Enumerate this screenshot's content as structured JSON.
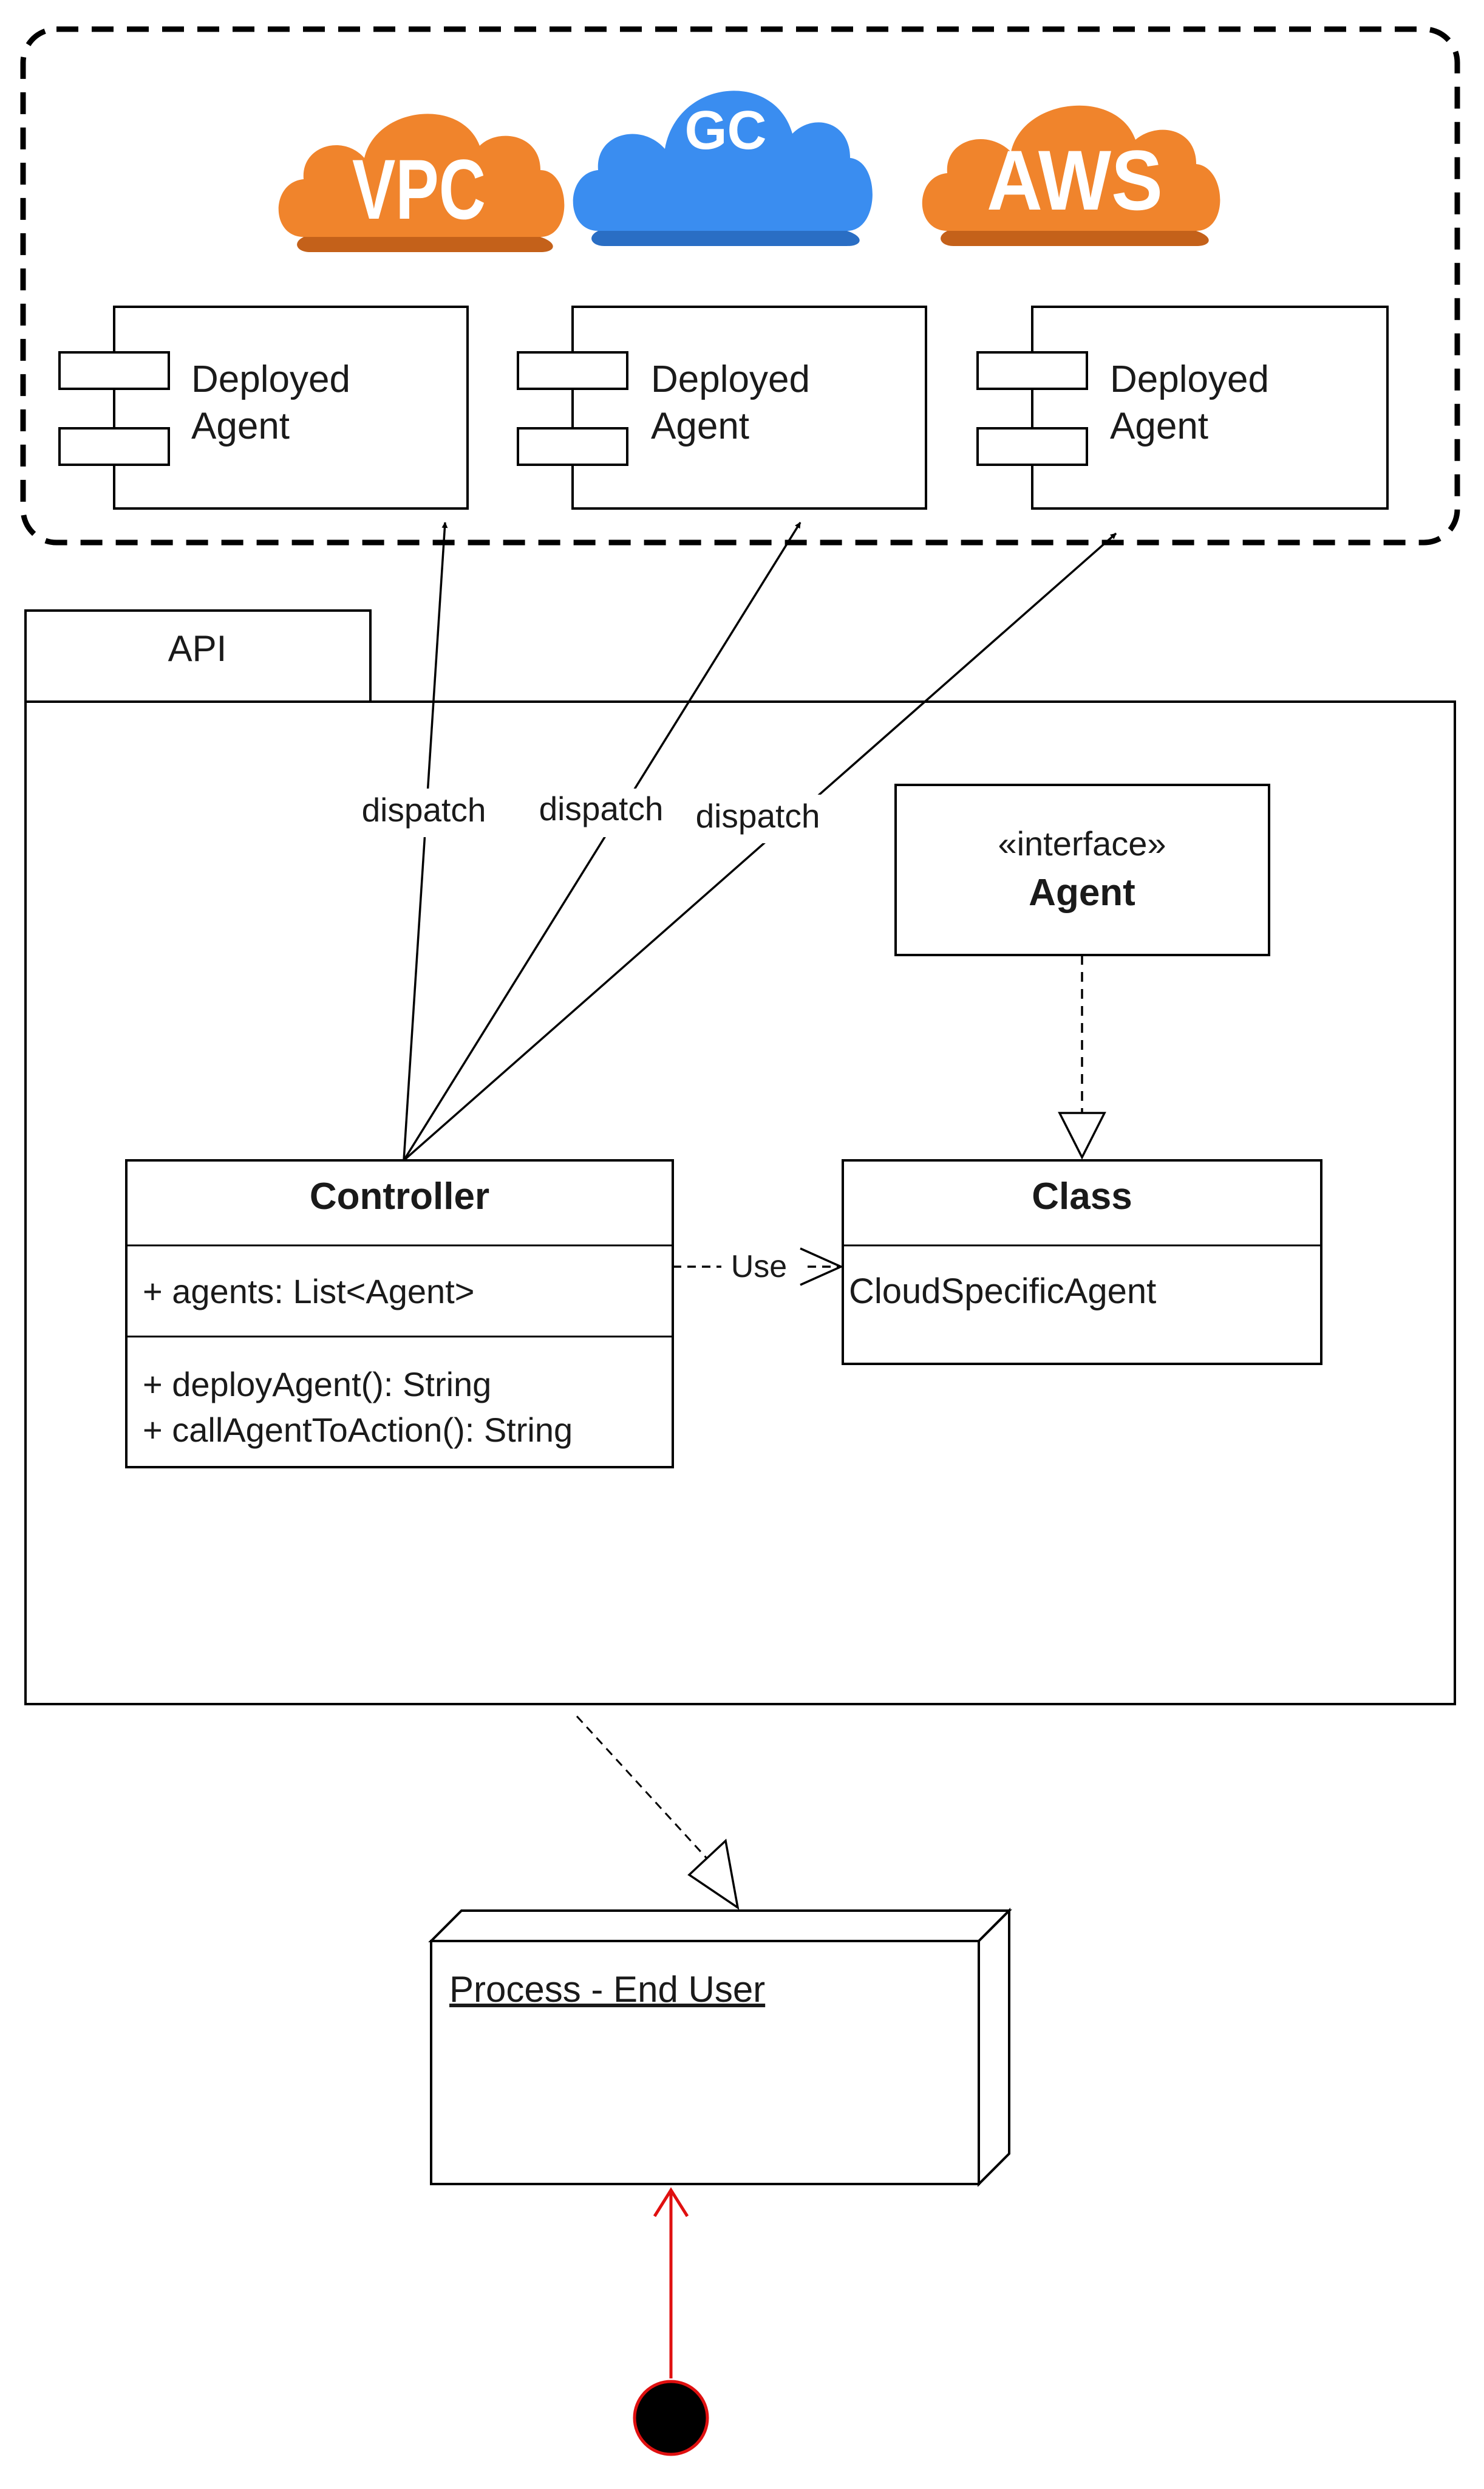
{
  "clouds": [
    {
      "label": "VPC",
      "color": "#f0842c"
    },
    {
      "label": "GC",
      "color": "#3a8df0"
    },
    {
      "label": "AWS",
      "color": "#f0842c"
    }
  ],
  "agents": [
    {
      "line1": "Deployed",
      "line2": "Agent"
    },
    {
      "line1": "Deployed",
      "line2": "Agent"
    },
    {
      "line1": "Deployed",
      "line2": "Agent"
    }
  ],
  "dispatch": [
    "dispatch",
    "dispatch",
    "dispatch"
  ],
  "api_package": {
    "tab_label": "API"
  },
  "interface_box": {
    "stereotype": "«interface»",
    "name": "Agent"
  },
  "controller": {
    "name": "Controller",
    "attributes": [
      "+ agents: List<Agent>"
    ],
    "methods": [
      "+ deployAgent(): String",
      "+ callAgentToAction(): String"
    ]
  },
  "class_box": {
    "name": "Class",
    "body": "CloudSpecificAgent"
  },
  "use_label": "Use",
  "process_node": {
    "label": "Process - End User"
  },
  "colors": {
    "line": "#000000",
    "start_arrow": "#e01010",
    "start_node_fill": "#000000",
    "start_node_stroke": "#e01010"
  }
}
